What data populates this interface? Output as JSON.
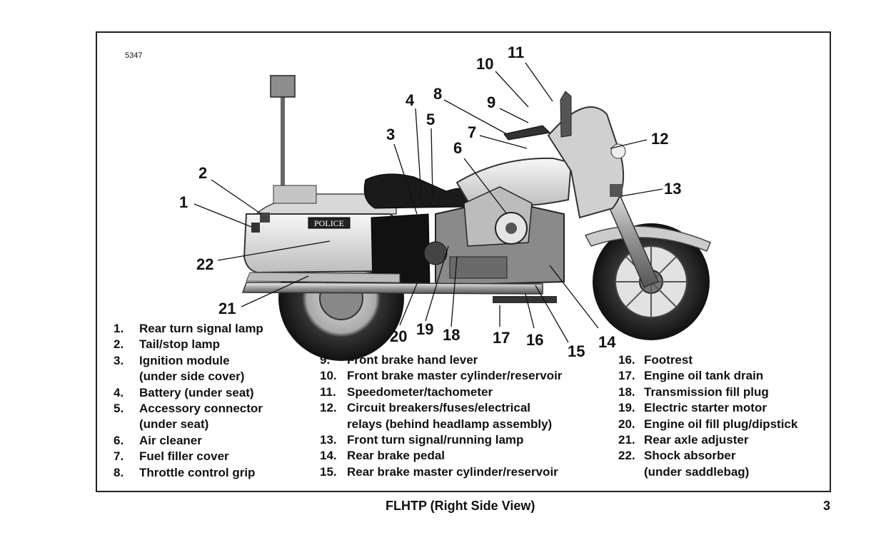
{
  "figure_id": "5347",
  "caption": "FLHTP (Right Side View)",
  "page_number": "3",
  "badge_text": "POLICE",
  "callouts": [
    "1",
    "2",
    "3",
    "4",
    "5",
    "6",
    "7",
    "8",
    "9",
    "10",
    "11",
    "12",
    "13",
    "14",
    "15",
    "16",
    "17",
    "18",
    "19",
    "20",
    "21",
    "22"
  ],
  "legend_col1": [
    {
      "num": "1.",
      "lines": [
        "Rear turn signal lamp"
      ]
    },
    {
      "num": "2.",
      "lines": [
        "Tail/stop lamp"
      ]
    },
    {
      "num": "3.",
      "lines": [
        "Ignition module",
        "(under side cover)"
      ]
    },
    {
      "num": "4.",
      "lines": [
        "Battery (under seat)"
      ]
    },
    {
      "num": "5.",
      "lines": [
        "Accessory connector",
        "(under seat)"
      ]
    },
    {
      "num": "6.",
      "lines": [
        "Air cleaner"
      ]
    },
    {
      "num": "7.",
      "lines": [
        "Fuel filler cover"
      ]
    },
    {
      "num": "8.",
      "lines": [
        "Throttle control grip"
      ]
    }
  ],
  "legend_col2": [
    {
      "num": "9.",
      "lines": [
        "Front brake hand lever"
      ]
    },
    {
      "num": "10.",
      "lines": [
        "Front brake master cylinder/reservoir"
      ]
    },
    {
      "num": "11.",
      "lines": [
        "Speedometer/tachometer"
      ]
    },
    {
      "num": "12.",
      "lines": [
        "Circuit breakers/fuses/electrical",
        "relays (behind headlamp assembly)"
      ]
    },
    {
      "num": "13.",
      "lines": [
        "Front turn signal/running lamp"
      ]
    },
    {
      "num": "14.",
      "lines": [
        "Rear brake pedal"
      ]
    },
    {
      "num": "15.",
      "lines": [
        "Rear brake master cylinder/reservoir"
      ]
    }
  ],
  "legend_col3": [
    {
      "num": "16.",
      "lines": [
        "Footrest"
      ]
    },
    {
      "num": "17.",
      "lines": [
        "Engine oil tank drain"
      ]
    },
    {
      "num": "18.",
      "lines": [
        "Transmission fill plug"
      ]
    },
    {
      "num": "19.",
      "lines": [
        "Electric starter motor"
      ]
    },
    {
      "num": "20.",
      "lines": [
        "Engine oil fill plug/dipstick"
      ]
    },
    {
      "num": "21.",
      "lines": [
        "Rear axle adjuster"
      ]
    },
    {
      "num": "22.",
      "lines": [
        "Shock absorber",
        "(under saddlebag)"
      ]
    }
  ]
}
